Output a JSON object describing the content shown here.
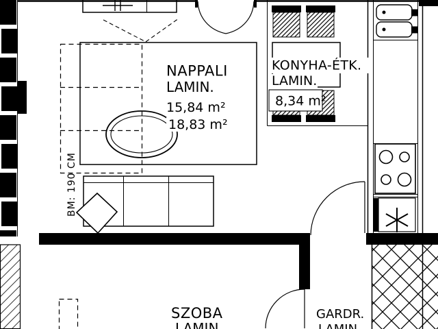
{
  "plan_title": "apartment-floor-plan",
  "rooms": {
    "nappali": {
      "name": "NAPPALI",
      "floor": "LAMIN.",
      "area_net": "15,84 m²",
      "area_gross": "18,83 m²"
    },
    "konyha": {
      "name": "KONYHA-ÉTK.",
      "floor": "LAMIN.",
      "area": "8,34 m²"
    },
    "szoba": {
      "name": "SZOBA",
      "floor": "LAMIN."
    },
    "gardrob": {
      "name": "GARDR.",
      "floor": "LAMIN."
    }
  },
  "annotations": {
    "ceiling_height": "BM: 190 CM"
  },
  "icons": {
    "appliance": "asterisk-star",
    "stove": "four-burner-cooktop",
    "sink": "double-bowl-sink"
  },
  "colors": {
    "ink": "#000000",
    "paper": "#ffffff"
  }
}
